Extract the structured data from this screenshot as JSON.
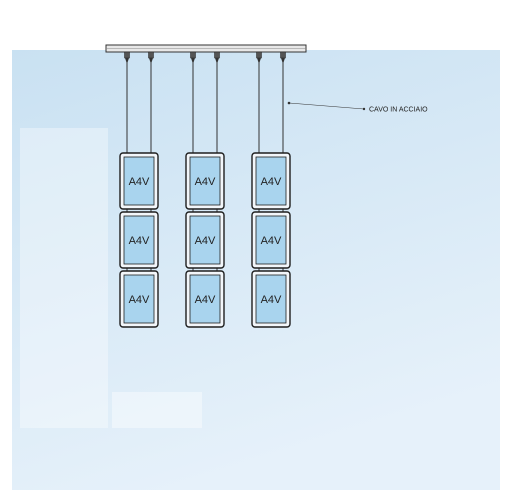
{
  "diagram": {
    "callout": {
      "label": "CAVO IN ACCIAIO"
    },
    "columns": [
      {
        "frames": [
          {
            "label": "A4V"
          },
          {
            "label": "A4V"
          },
          {
            "label": "A4V"
          }
        ]
      },
      {
        "frames": [
          {
            "label": "A4V"
          },
          {
            "label": "A4V"
          },
          {
            "label": "A4V"
          }
        ]
      },
      {
        "frames": [
          {
            "label": "A4V"
          },
          {
            "label": "A4V"
          },
          {
            "label": "A4V"
          }
        ]
      }
    ],
    "colors": {
      "background_top": "#c9e1f2",
      "background_bottom": "#e6f1fa",
      "frame_outer": "#f2f6fa",
      "frame_border": "#1e1e1e",
      "frame_panel": "#a9d4ee",
      "cable": "#333333",
      "rail": "#e8e8e8"
    }
  }
}
